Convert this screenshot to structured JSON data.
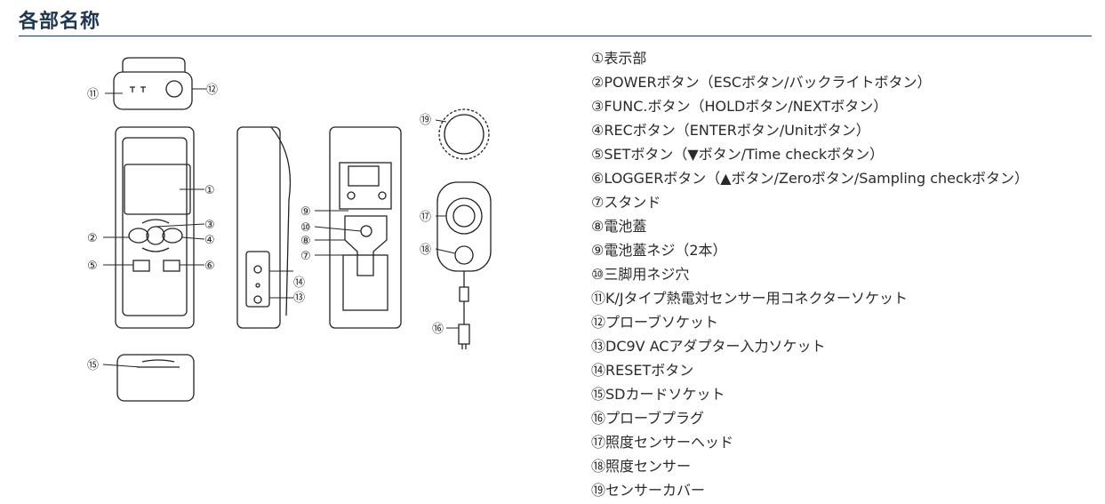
{
  "header": {
    "title": "各部名称"
  },
  "diagram": {
    "callouts": [
      "⑪",
      "⑫",
      "①",
      "②",
      "③",
      "④",
      "⑤",
      "⑥",
      "⑨",
      "⑩",
      "⑧",
      "⑦",
      "⑭",
      "⑬",
      "⑲",
      "⑰",
      "⑱",
      "⑯",
      "⑮"
    ]
  },
  "parts": [
    "①表示部",
    "②POWERボタン（ESCボタン/バックライトボタン）",
    "③FUNC.ボタン（HOLDボタン/NEXTボタン）",
    "④RECボタン（ENTERボタン/Unitボタン）",
    "⑤SETボタン（▼ボタン/Time checkボタン）",
    "⑥LOGGERボタン（▲ボタン/Zeroボタン/Sampling checkボタン）",
    "⑦スタンド",
    "⑧電池蓋",
    "⑨電池蓋ネジ（2本）",
    "⑩三脚用ネジ穴",
    "⑪K/Jタイプ熱電対センサー用コネクターソケット",
    "⑫プローブソケット",
    "⑬DC9V ACアダプター入力ソケット",
    "⑭RESETボタン",
    "⑮SDカードソケット",
    "⑯プローブプラグ",
    "⑰照度センサーヘッド",
    "⑱照度センサー",
    "⑲センサーカバー"
  ]
}
